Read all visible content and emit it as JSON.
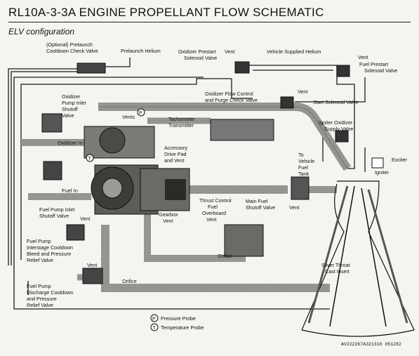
{
  "title": "RL10A-3-3A ENGINE PROPELLANT FLOW SCHEMATIC",
  "subtitle": "ELV configuration",
  "labels": {
    "prelaunch_valve": [
      "(Optional) Prelaunch",
      "Cooldown Check Valve"
    ],
    "prelaunch_helium": "Prelaunch Helium",
    "ox_prestart": [
      "Oxidizer Prestart",
      "Solenoid Valve"
    ],
    "vent_top": "Vent",
    "vehicle_helium": "Vehicle Supplied Helium",
    "vent_right": "Vent",
    "fuel_prestart": [
      "Fuel Prestart",
      "Solenoid Valve"
    ],
    "ox_pump_shutoff": [
      "Oxidizer",
      "Pump Inlet",
      "Shutoff",
      "Valve"
    ],
    "ox_flow_control": [
      "Oxidizer Flow Control",
      "and Purge Check Valve"
    ],
    "vent_start": "Vent",
    "start_solenoid": "Start Solenoid Valve",
    "vents": "Vents",
    "tach": [
      "Tachometer",
      "Transmitter"
    ],
    "igniter_ox": [
      "Igniter Oxidizer",
      "Supply Valve"
    ],
    "oxidizer_in": "Oxidizer In",
    "accessory": [
      "Accessory",
      "Drive Pad",
      "and Vent"
    ],
    "to_vehicle": [
      "To",
      "Vehicle",
      "Fuel",
      "Tank"
    ],
    "exciter": "Exciter",
    "igniter": "Igniter",
    "fuel_in": "Fuel In",
    "fuel_pump_shutoff": [
      "Fuel Pump Inlet",
      "Shutoff Valve"
    ],
    "thrust_control": [
      "Thrust Control",
      "Fuel",
      "Overboard",
      "Vent"
    ],
    "main_fuel": [
      "Main Fuel",
      "Shutoff Valve"
    ],
    "vent_mid": "Vent",
    "gearbox": [
      "Gearbox",
      "Vent"
    ],
    "vent_left1": "Vent",
    "interstage": [
      "Fuel Pump",
      "Interstage Cooldown",
      "Bleed and Pressure",
      "Relief Valve"
    ],
    "orifice_mid": "Orifice",
    "silver_throat": [
      "Silver Throat",
      "Cast Insert"
    ],
    "vent_left2": "Vent",
    "orifice_low": "Orifice",
    "discharge": [
      "Fuel Pump",
      "Discharge Cooldown",
      "and Pressure",
      "Relief Valve"
    ],
    "pressure_probe": "Pressure Probe",
    "temperature_probe": "Temperature Probe",
    "probe_p": "P",
    "probe_t": "T",
    "code": "AV222267A321310  051282"
  }
}
